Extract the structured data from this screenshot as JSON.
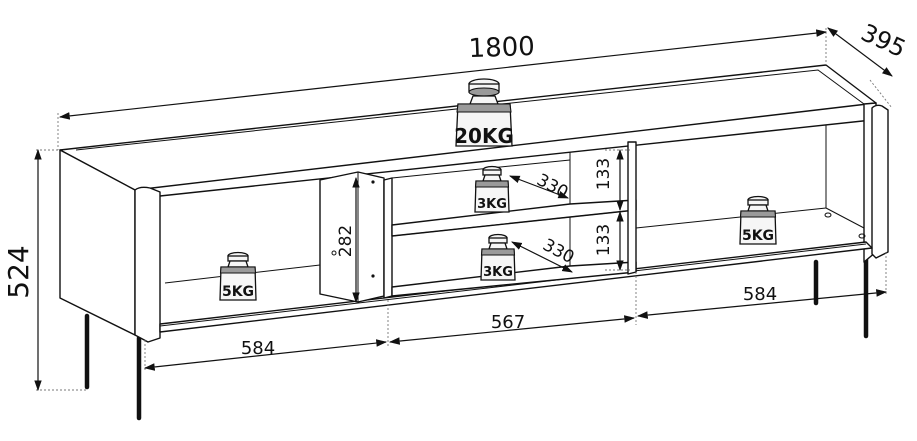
{
  "dimensions": {
    "width": "1800",
    "depth": "395",
    "height": "524",
    "left_compartment_width": "584",
    "middle_compartment_width": "567",
    "right_compartment_width": "584",
    "shelf_spacing_upper": "133",
    "shelf_spacing_lower": "133",
    "shelf_depth_upper": "330",
    "shelf_depth_lower": "330",
    "inner_height": "282"
  },
  "load_ratings": {
    "top_surface": "20KG",
    "upper_shelf": "3KG",
    "lower_shelf": "3KG",
    "left_compartment": "5KG",
    "right_compartment": "5KG"
  },
  "colors": {
    "line": "#111111",
    "weight_fill": "#f6f6f6",
    "weight_band": "#9a9a9a"
  }
}
